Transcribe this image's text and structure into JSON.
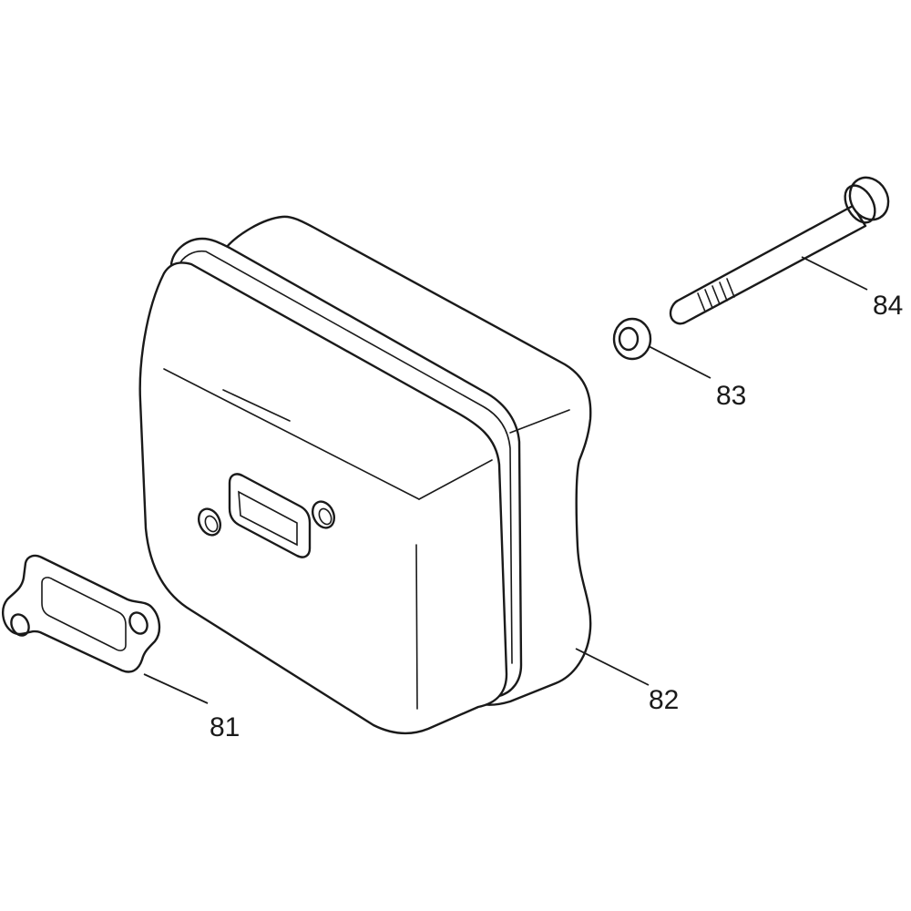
{
  "diagram": {
    "parts": [
      {
        "id": "81",
        "label": "81"
      },
      {
        "id": "82",
        "label": "82"
      },
      {
        "id": "83",
        "label": "83"
      },
      {
        "id": "84",
        "label": "84"
      }
    ]
  }
}
